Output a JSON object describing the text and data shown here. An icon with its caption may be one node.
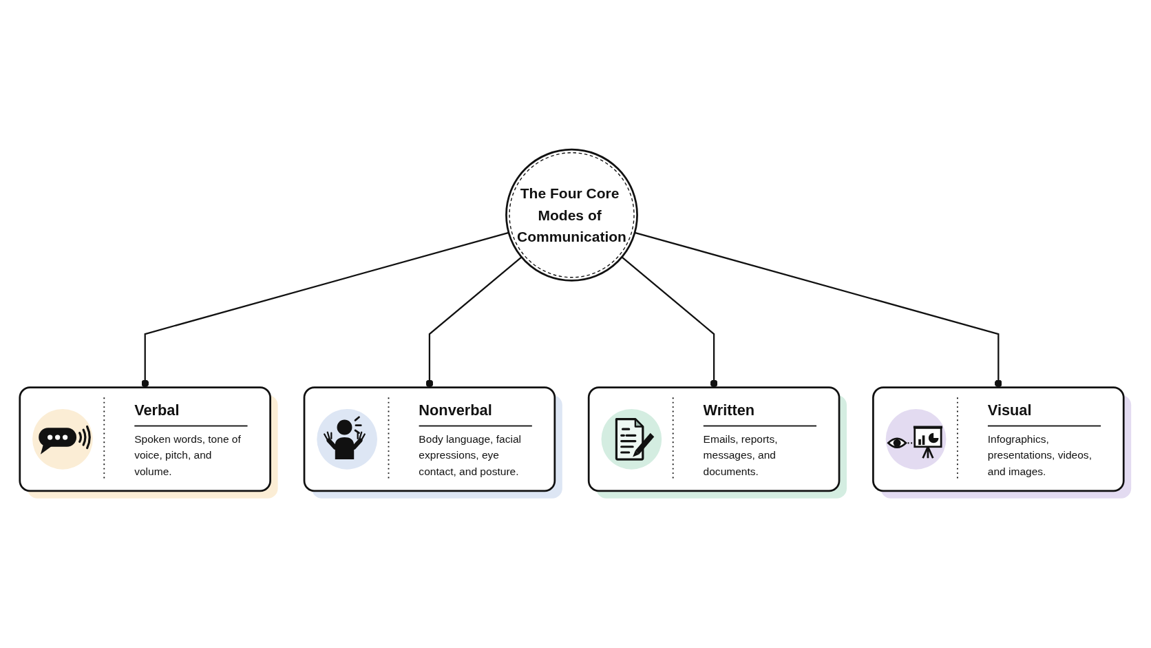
{
  "diagram": {
    "nodes": [
      {
        "text": [
          "Verbal",
          "Spoken words, tone of voice, pitch, and volume."
        ]
      },
      {
        "text": [
          "Nonverbal",
          "Body language, facial expressions, eye contact, and posture."
        ]
      },
      {
        "text": [
          "The Four Core Modes of Communication"
        ]
      },
      {
        "text": [
          "Written",
          "Emails, reports, messages, and documents."
        ]
      },
      {
        "text": [
          "Visual",
          "Infographics, presentations, videos, and images."
        ]
      }
    ],
    "edges": [
      {
        "from": 2,
        "to": 0,
        "arrow": "other"
      },
      {
        "from": 2,
        "to": 1,
        "arrow": "other"
      },
      {
        "from": 2,
        "to": 3,
        "arrow": "other"
      },
      {
        "from": 2,
        "to": 4,
        "arrow": "other"
      }
    ]
  }
}
